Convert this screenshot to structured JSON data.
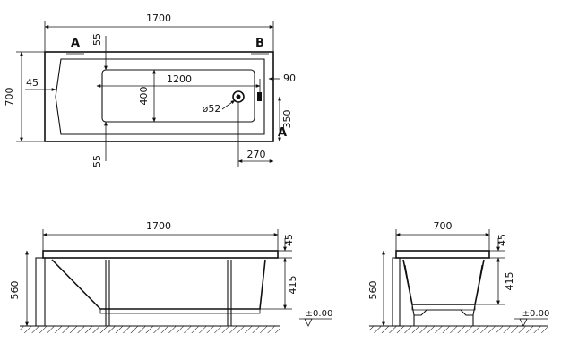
{
  "top_view": {
    "length": "1700",
    "width": "700",
    "rim_top": "55",
    "rim_bottom": "55",
    "rim_side": "45",
    "inner_length": "1200",
    "inner_width": "400",
    "drain_diameter": "ø52",
    "drain_offset": "90",
    "drain_from_end": "270",
    "drain_from_side": "350",
    "label_a_top": "A",
    "label_b": "B",
    "label_a_right": "A"
  },
  "side_view": {
    "length": "1700",
    "height": "560",
    "rim_thickness": "45",
    "depth": "415",
    "floor_level": "±0.00"
  },
  "end_view": {
    "width": "700",
    "height": "560",
    "rim_thickness": "45",
    "depth": "415",
    "floor_level": "±0.00"
  }
}
